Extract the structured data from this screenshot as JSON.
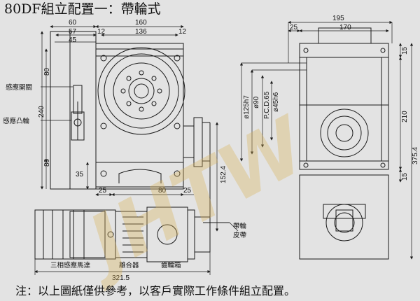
{
  "title": "80DF組立配置一：帶輪式",
  "watermark": "JHTW",
  "front": {
    "dims": [
      "60",
      "160",
      "57",
      "136",
      "12",
      "12",
      "45",
      "80",
      "240",
      "80",
      "35",
      "25",
      "80",
      "25",
      "152.4"
    ],
    "labels": {
      "sensor_switch": "感應開關",
      "sensor_cam": "感應凸輪"
    }
  },
  "side": {
    "dims": [
      "195",
      "25",
      "170",
      "15",
      "210",
      "15",
      "375.4",
      "ø125h7",
      "ø90",
      "P.C.D.65",
      "ø45h6"
    ]
  },
  "bottom": {
    "dims": [
      "321.5"
    ],
    "labels": {
      "motor": "三相感應馬達",
      "clutch": "離合器",
      "gearbox": "齒輪箱",
      "belt": [
        "帶輪",
        "皮帶"
      ]
    }
  },
  "note": "注：以上圖紙僅供參考，以客戶實際工作條件組立配置。",
  "colors": {
    "background": "#e3e3e3",
    "line": "#1a1a1a",
    "watermark": "#d9b35a"
  }
}
